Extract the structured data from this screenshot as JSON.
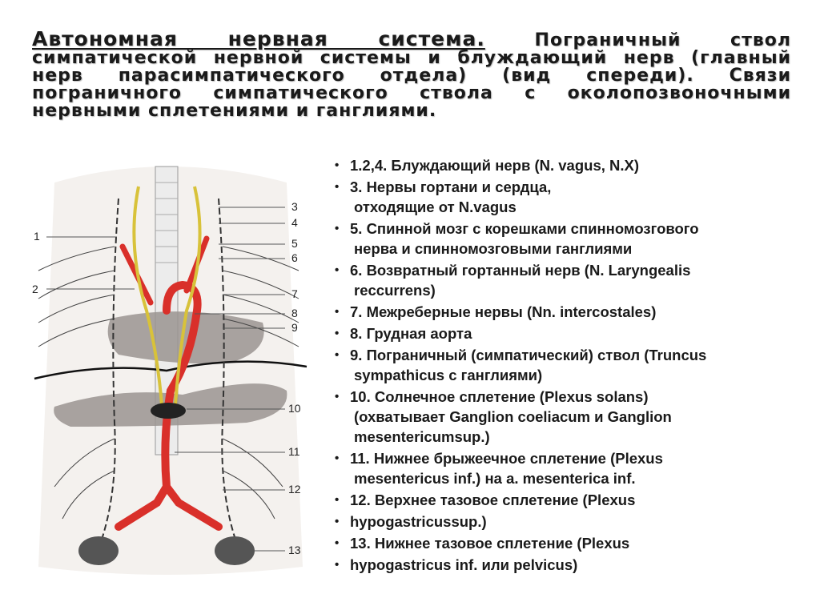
{
  "slide": {
    "title_lead": "Автономная нервная система.",
    "title_rest": " Пограничный ствол симпатической нервной системы и блуждающий нерв (главный нерв парасимпатического отдела) (вид спереди). Связи пограничного симпатического ствола с околопозвоночными нервными сплетениями и ганглиями."
  },
  "figure": {
    "labels": [
      "1",
      "2",
      "3",
      "4",
      "5",
      "6",
      "7",
      "8",
      "9",
      "10",
      "11",
      "12",
      "13"
    ]
  },
  "legend": [
    {
      "lines": [
        "1.2,4. Блуждающий нерв (N. vagus, N.X)"
      ]
    },
    {
      "lines": [
        "3. Нервы гортани и сердца,",
        "отходящие от N.vagus"
      ]
    },
    {
      "lines": [
        "5. Спинной мозг с корешками спинномозгового",
        "нерва и спинномозговыми ганглиями"
      ]
    },
    {
      "lines": [
        "6. Возвратный гортанный нерв (N. Laryngealis",
        "reccurrens)"
      ]
    },
    {
      "lines": [
        "7. Межреберные нервы (Nn. intercostales)"
      ]
    },
    {
      "lines": [
        "8. Грудная аорта"
      ]
    },
    {
      "lines": [
        "9. Пограничный (симпатический) ствол (Truncus",
        "sympathicus с ганглиями)"
      ]
    },
    {
      "lines": [
        "10. Солнечное сплетение (Plexus solans)",
        "(охватывает Ganglion coeliacum и Ganglion",
        "mesentericumsup.)"
      ]
    },
    {
      "lines": [
        "11. Нижнее брыжеечное сплетение (Plexus",
        "mesentericus inf.) на a. mesenterica inf."
      ]
    },
    {
      "lines": [
        "12. Верхнее тазовое сплетение (Plexus"
      ]
    },
    {
      "lines": [
        "hypogastricussup.)"
      ]
    },
    {
      "lines": [
        "13. Нижнее тазовое сплетение (Plexus"
      ]
    },
    {
      "lines": [
        "hypogastricus inf. или pelvicus)"
      ]
    }
  ],
  "colors": {
    "aorta": "#d9302a",
    "vagus": "#d8c23a",
    "organ": "#9a9490",
    "nerve": "#333333"
  }
}
